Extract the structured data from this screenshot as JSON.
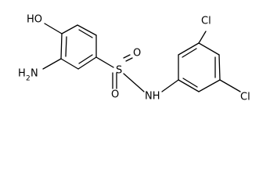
{
  "molecule": {
    "atoms": {
      "oh": "HO",
      "nh2": "H",
      "nh2_sub": "2",
      "nh2_n": "N",
      "s": "S",
      "o_top": "O",
      "o_bottom": "O",
      "nh": "NH",
      "cl_top": "Cl",
      "cl_bottom": "Cl"
    }
  }
}
